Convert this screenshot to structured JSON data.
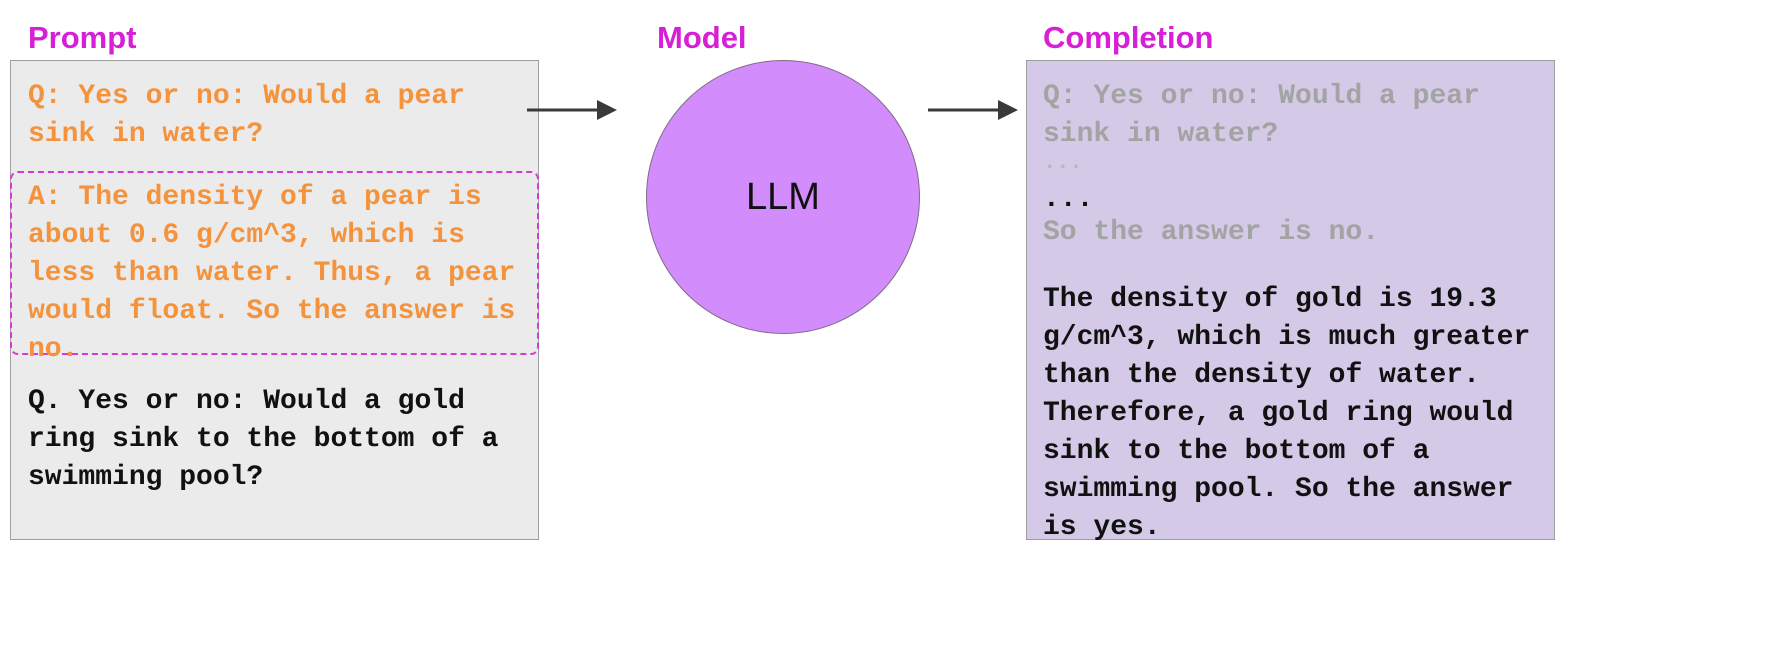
{
  "colors": {
    "heading": "#d61fd6",
    "prompt_bg": "#ebebeb",
    "completion_bg": "#d4c9e6",
    "example_text": "#f5923c",
    "dim_text": "#a3a3a3",
    "black_text": "#111111",
    "llm_fill": "#d28cfb",
    "dashed_border": "#d63ad6",
    "arrow": "#3a3a3a"
  },
  "headings": {
    "prompt": "Prompt",
    "model": "Model",
    "completion": "Completion"
  },
  "prompt": {
    "example_question": "Q: Yes or no: Would a pear\nsink in water?",
    "example_answer": "A: The density of a pear is\nabout 0.6 g/cm^3, which is\nless than water. Thus, a pear\nwould float. So the answer is\nno.",
    "new_question": "Q. Yes or no: Would a gold\nring sink to the bottom of a\nswimming pool?"
  },
  "model": {
    "label": "LLM"
  },
  "completion": {
    "echo_question": "Q: Yes or no: Would a pear\nsink in water?",
    "echo_ellipsis": "...",
    "ellipsis": "...",
    "echo_answer": "So the answer is no.",
    "answer": "The density of gold is 19.3\ng/cm^3, which is much greater\nthan the density of water.\nTherefore, a gold ring would\nsink to the bottom of a\nswimming pool. So the answer\nis yes."
  }
}
